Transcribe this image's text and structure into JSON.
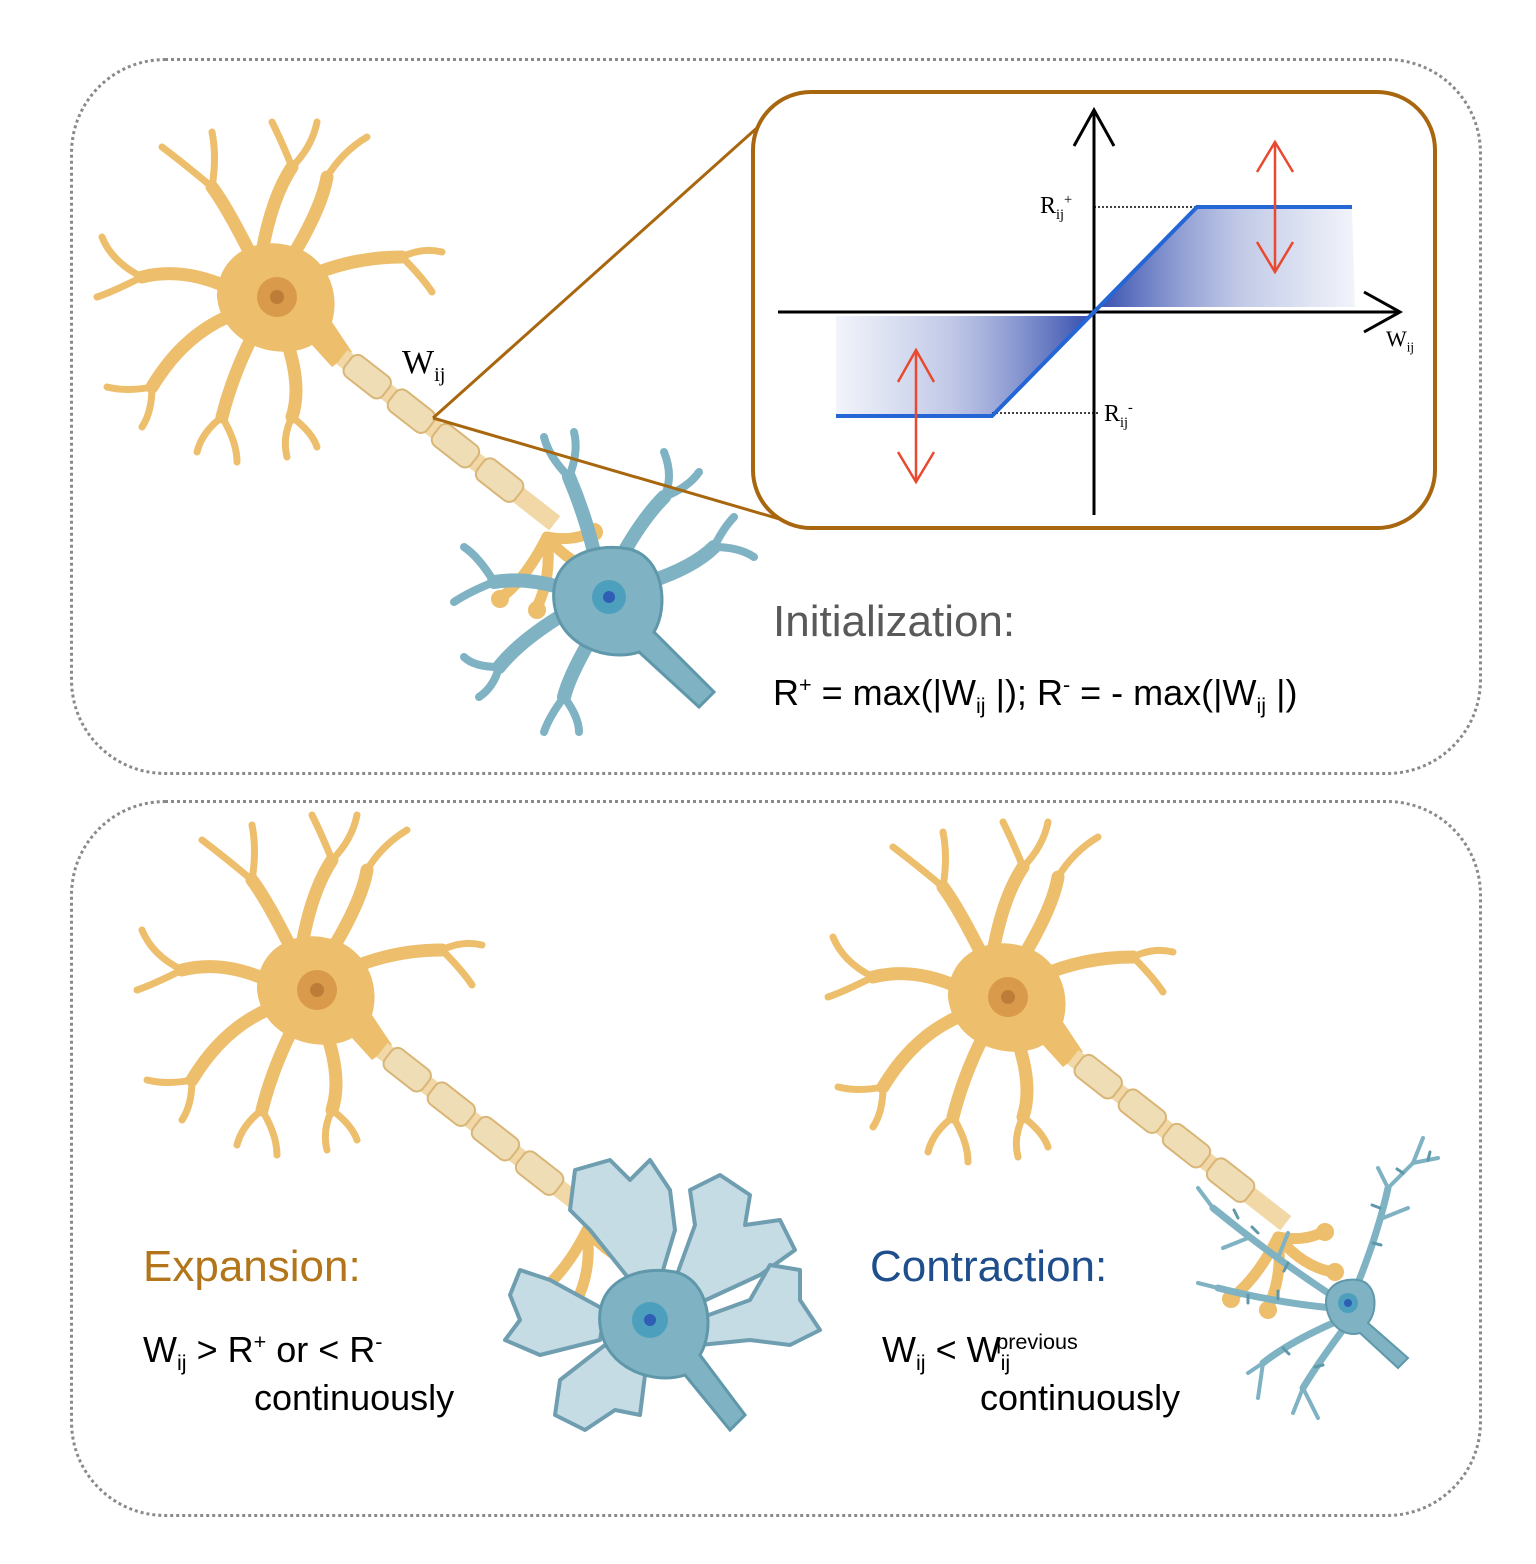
{
  "colors": {
    "neuron_orange": "#EDBE6B",
    "neuron_orange_dark": "#D9A245",
    "nucleus_orange": "#CE8A3E",
    "neuron_blue": "#7FB3C3",
    "neuron_blue_dark": "#4F8C9E",
    "nucleus_blue": "#2E5FB5",
    "inset_border": "#A8670F",
    "range_line": "#2566D6",
    "arrow_red": "#E8492F",
    "heading_gray": "#595959",
    "expansion_brown": "#B3751A",
    "contraction_navy": "#1F4E8C"
  },
  "synapse_label": {
    "main": "W",
    "sub": "ij"
  },
  "inset": {
    "x_axis_label": {
      "main": "W",
      "sub": "ij"
    },
    "r_plus_label": {
      "main": "R",
      "sub": "ij",
      "sup": "+"
    },
    "r_minus_label": {
      "main": "R",
      "sub": "ij",
      "sup": "-"
    }
  },
  "initialization": {
    "heading": "Initialization:",
    "f_r": "R",
    "f_plus": "+",
    "f_mid1": " = max(|W",
    "f_ij1": "ij",
    "f_mid2": " |);  R",
    "f_minus": "-",
    "f_mid3": " = - max(|W",
    "f_ij2": "ij",
    "f_end": " |)"
  },
  "expansion": {
    "heading": "Expansion:",
    "w": "W",
    "ij": "ij",
    "mid": " > R",
    "plus": "+",
    "or": " or < R",
    "minus": "-",
    "line2": "continuously"
  },
  "contraction": {
    "heading": "Contraction:",
    "w": "W",
    "ij": "ij",
    "mid": " < W",
    "ij2": "ij",
    "prev": "previous",
    "line2": "continuously"
  }
}
